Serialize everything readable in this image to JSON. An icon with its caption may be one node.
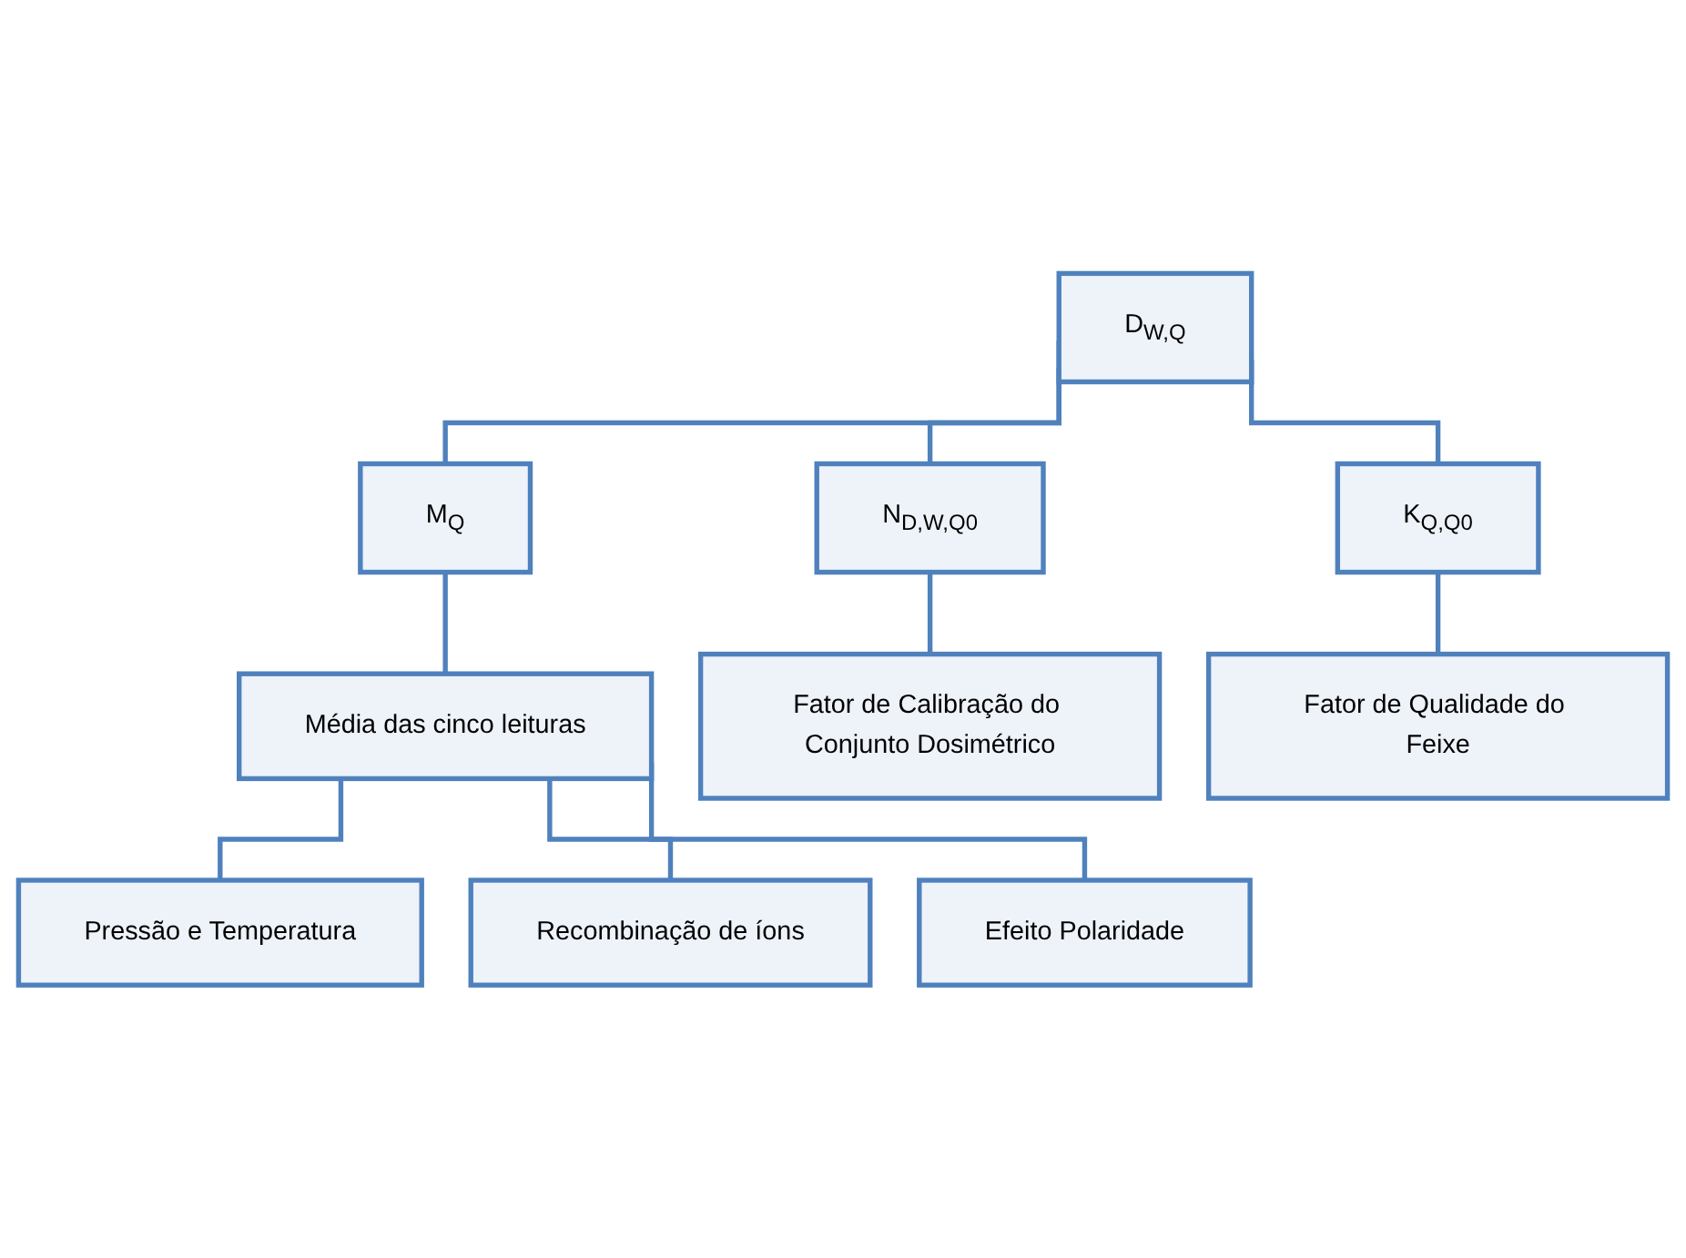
{
  "diagram": {
    "nodes": [
      {
        "text": [
          "D$_{W,Q}$"
        ]
      },
      {
        "text": [
          "M$_{Q}$"
        ]
      },
      {
        "text": [
          "N$_{D,W,Q0}$"
        ]
      },
      {
        "text": [
          "K$_{Q,Q0}$"
        ]
      },
      {
        "text": [
          "Média das cinco leituras"
        ]
      },
      {
        "text": [
          "Fator de Calibração do Conjunto Dosimétrico"
        ]
      },
      {
        "text": [
          "Fator de Qualidade do Feixe"
        ]
      },
      {
        "text": [
          "Pressão e Temperatura"
        ]
      },
      {
        "text": [
          "Recombinação de íons"
        ]
      },
      {
        "text": [
          "Efeito Polaridade"
        ]
      }
    ],
    "edges": [
      {
        "from": 0,
        "to": 1,
        "arrow": "none"
      },
      {
        "from": 0,
        "to": 2,
        "arrow": "none"
      },
      {
        "from": 0,
        "to": 3,
        "arrow": "none"
      },
      {
        "from": 1,
        "to": 4,
        "arrow": "none"
      },
      {
        "from": 2,
        "to": 5,
        "arrow": "none"
      },
      {
        "from": 3,
        "to": 6,
        "arrow": "none"
      },
      {
        "from": 4,
        "to": 7,
        "arrow": "none"
      },
      {
        "from": 4,
        "to": 8,
        "arrow": "none"
      },
      {
        "from": 4,
        "to": 9,
        "arrow": "none"
      }
    ]
  }
}
